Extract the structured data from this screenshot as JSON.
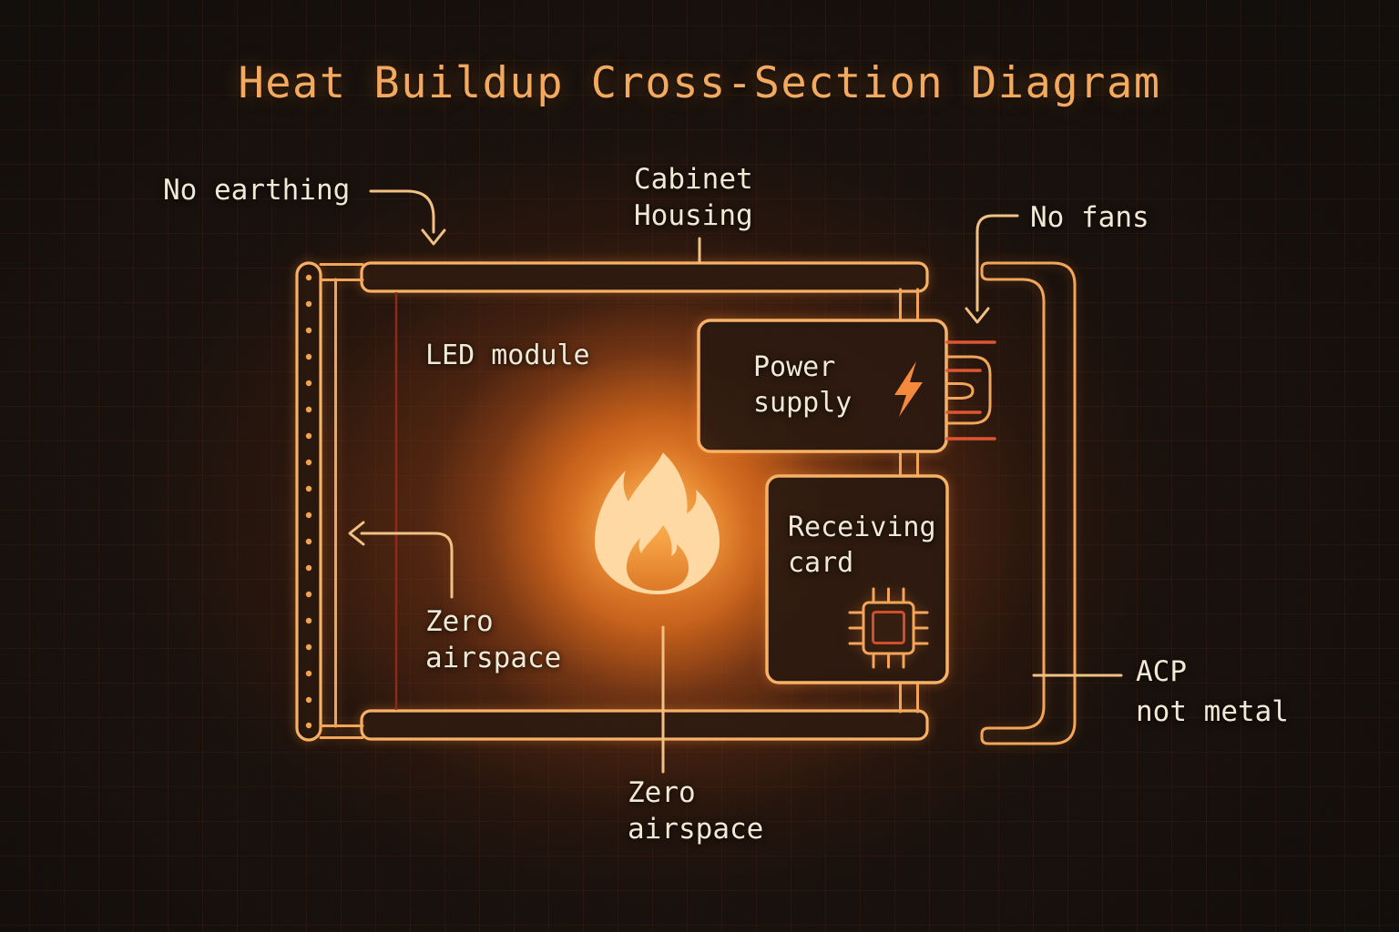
{
  "title": {
    "text": "Heat Buildup Cross-Section Diagram"
  },
  "labels": {
    "no_earthing": "No earthing",
    "cabinet_housing": "Cabinet\nHousing",
    "no_fans": "No fans",
    "led_module": "LED module",
    "power_supply": "Power\nsupply",
    "receiving_card": "Receiving\ncard",
    "zero_airspace_left": "Zero\nairspace",
    "zero_airspace_bottom": "Zero\nairspace",
    "acp_not_metal": "ACP\nnot metal"
  },
  "icons": {
    "flame": "flame-icon",
    "lightning": "lightning-bolt-icon",
    "chip": "chip-icon",
    "heatsink": "heatsink-fins-icon",
    "arrows": [
      "arrow-down-icon",
      "arrow-down-icon",
      "arrow-left-icon"
    ]
  },
  "colors": {
    "background": "#0e0b0a",
    "title_text": "#f3a95e",
    "label_text": "#f1e9d6",
    "structure_stroke": "#f3a458",
    "leader_stroke": "#f1c184",
    "fin_red": "#dd5330",
    "inner_red_line": "#8f2515",
    "glow_core": "#f68422",
    "flame_fill": "#ffd9a3"
  }
}
